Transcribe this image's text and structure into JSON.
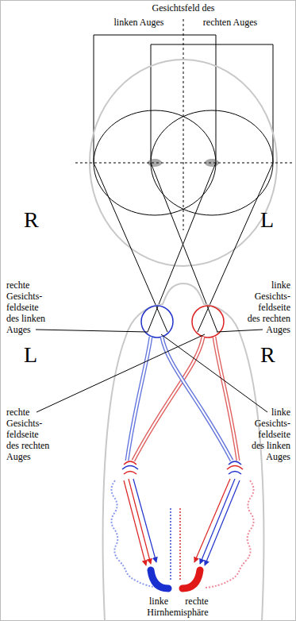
{
  "diagram": {
    "labels": [
      "Gesichtsfeld des",
      "linken Auges",
      "rechten Auges",
      "R",
      "L",
      "rechte Gesichts- feldseite des linken Auges",
      "linke Gesichts- feldseite des rechten Auges",
      "L",
      "R",
      "rechte Gesichts- feldseite des rechten Auges",
      "linke Gesichts- feldseite des linken Auges",
      "linke",
      "rechte",
      "Hirnhemisphäre"
    ]
  }
}
